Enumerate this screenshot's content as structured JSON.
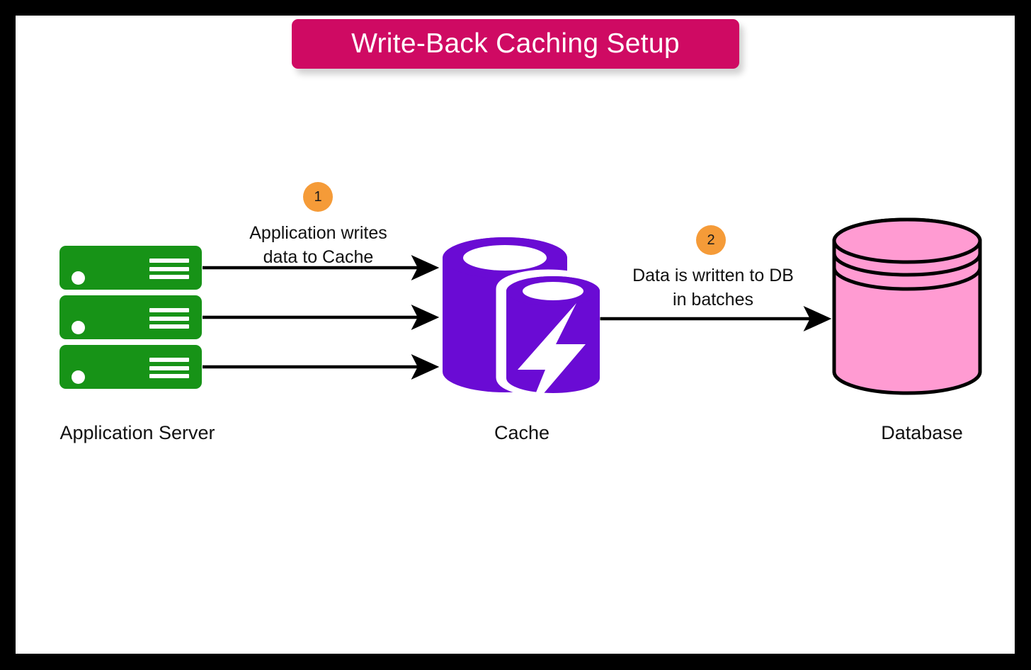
{
  "diagram": {
    "title": "Write-Back Caching Setup",
    "title_bg_color": "#CF0A63",
    "title_text_color": "#FFFFFF",
    "frame_color": "#000000",
    "background_color": "#FFFFFF"
  },
  "nodes": [
    {
      "id": "application-server",
      "label": "Application Server",
      "icon": "server-stack-icon",
      "color": "#179317",
      "unit_count": 3
    },
    {
      "id": "cache",
      "label": "Cache",
      "icon": "cache-cylinder-lightning-icon",
      "color": "#6A0BD4"
    },
    {
      "id": "database",
      "label": "Database",
      "icon": "database-cylinder-icon",
      "color": "#FF9BD2",
      "stroke_color": "#000000"
    }
  ],
  "steps": [
    {
      "number": "1",
      "badge_color": "#F59B38",
      "caption": "Application writes\ndata to Cache",
      "from": "application-server",
      "to": "cache",
      "arrow_count": 3
    },
    {
      "number": "2",
      "badge_color": "#F59B38",
      "caption": "Data is written to DB\nin batches",
      "from": "cache",
      "to": "database",
      "arrow_count": 1
    }
  ]
}
